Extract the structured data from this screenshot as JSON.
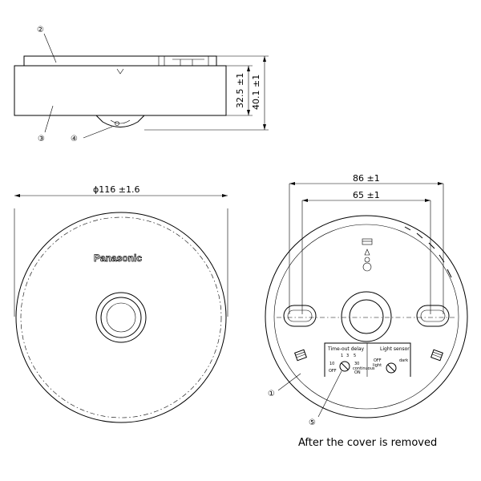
{
  "callouts": {
    "c1": "①",
    "c2": "②",
    "c3": "③",
    "c4": "④",
    "c5": "⑤"
  },
  "dimensions": {
    "height_body": "32.5 ±1",
    "height_total": "40.1 ±1",
    "diameter": "ϕ116 ±1.6",
    "width_outer": "86 ±1",
    "width_inner": "65 ±1"
  },
  "brand": "Panasonic",
  "panel": {
    "time_out_label": "Time-out delay",
    "light_sensor_label": "Light sensor",
    "t1": "1",
    "t3": "3",
    "t5": "5",
    "t10": "10",
    "t30": "30",
    "off": "OFF",
    "continuous": "continuous",
    "on": "ON",
    "off_light": "OFF",
    "light": "light",
    "dark": "dark"
  },
  "caption": "After the cover is removed"
}
